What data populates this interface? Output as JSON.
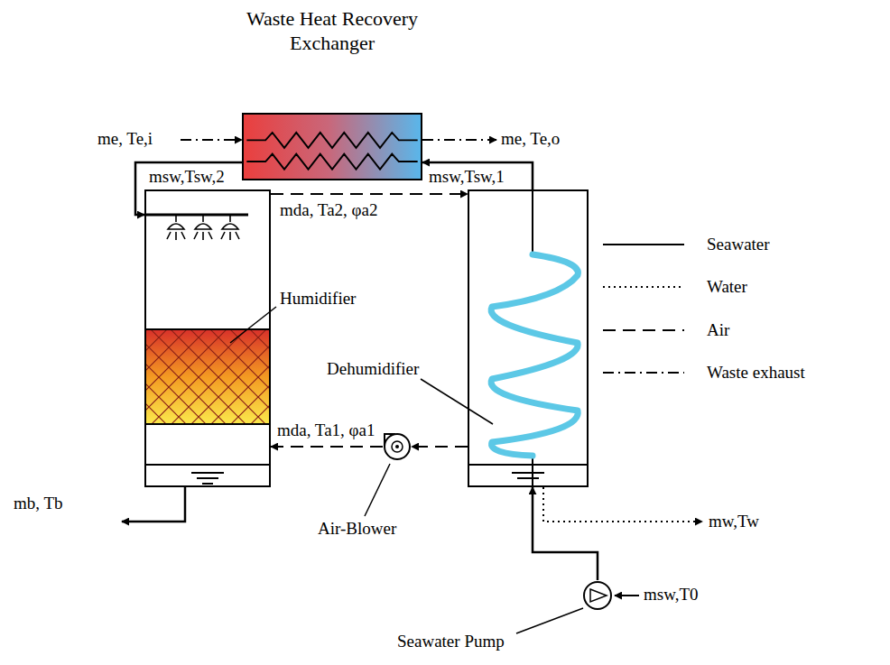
{
  "diagram": {
    "nodes": [
      {
        "text": [
          "Waste Heat Recovery Exchanger"
        ]
      },
      {
        "text": [
          "Humidifier"
        ]
      },
      {
        "text": [
          "Dehumidifier"
        ]
      },
      {
        "text": [
          "Air-Blower"
        ]
      },
      {
        "text": [
          "Seawater Pump"
        ]
      }
    ],
    "edges": [
      {
        "from": 0,
        "to": 1,
        "arrow": "to",
        "label": "msw,Tsw,2"
      },
      {
        "from": 2,
        "to": 0,
        "arrow": "to",
        "label": "msw,Tsw,1"
      },
      {
        "from": 1,
        "to": 2,
        "arrow": "to",
        "label": "mda, Ta2, φa2"
      },
      {
        "from": 2,
        "to": 3,
        "arrow": "to"
      },
      {
        "from": 3,
        "to": 1,
        "arrow": "to",
        "label": "mda, Ta1, φa1"
      },
      {
        "from": 4,
        "to": 2,
        "arrow": "to"
      }
    ],
    "labels": [
      "me, Te,i",
      "me, Te,o",
      "mb, Tb",
      "mw,Tw",
      "msw,T0"
    ],
    "legend": [
      {
        "text": "Seawater"
      },
      {
        "text": "Water"
      },
      {
        "text": "Air"
      },
      {
        "text": "Waste exhaust"
      }
    ]
  }
}
